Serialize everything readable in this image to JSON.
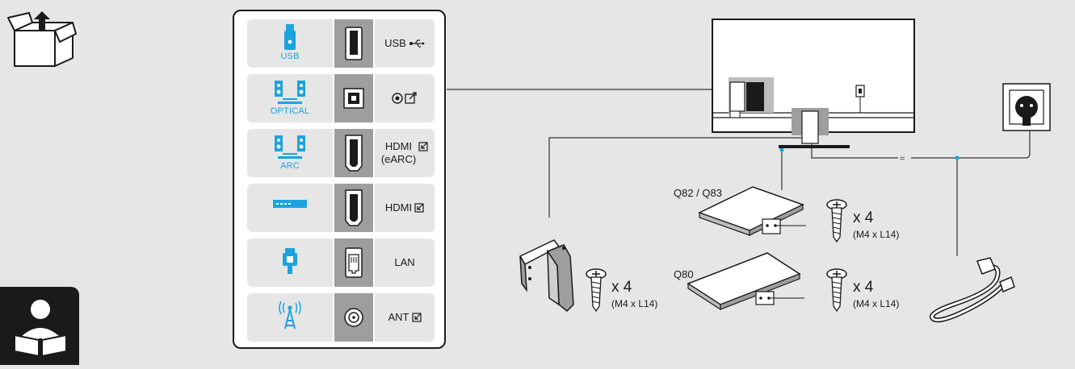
{
  "ports": [
    {
      "device_label": "USB",
      "port_label": "USB",
      "port_icon": "usb-symbol-icon"
    },
    {
      "device_label": "OPTICAL",
      "port_label": "",
      "port_icon": "optical-out-icon"
    },
    {
      "device_label": "ARC",
      "port_label": "HDMI\n(eARC)",
      "port_icon": "hdmi-in-icon"
    },
    {
      "device_label": "",
      "port_label": "HDMI",
      "port_icon": "hdmi-in-icon"
    },
    {
      "device_label": "",
      "port_label": "LAN",
      "port_icon": ""
    },
    {
      "device_label": "",
      "port_label": "ANT",
      "port_icon": "ant-in-icon"
    }
  ],
  "stands": {
    "q82_q83_label": "Q82 / Q83",
    "q80_label": "Q80"
  },
  "screws": [
    {
      "qty": "x 4",
      "spec": "(M4 x L14)"
    },
    {
      "qty": "x 4",
      "spec": "(M4 x L14)"
    },
    {
      "qty": "x 4",
      "spec": "(M4 x L14)"
    }
  ],
  "colors": {
    "accent": "#1aa3e0",
    "panel_border": "#1a1a1a",
    "cell": "#e6e6e6",
    "port_cell": "#9e9e9e"
  }
}
